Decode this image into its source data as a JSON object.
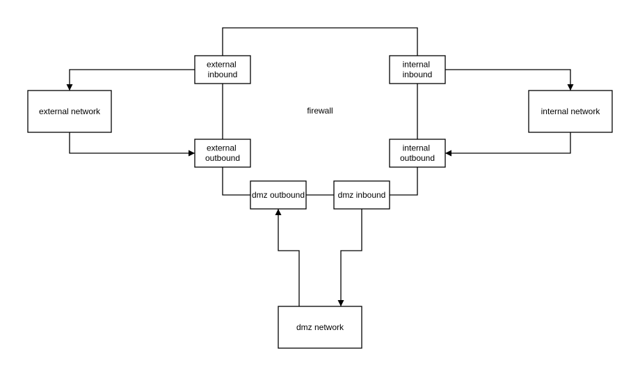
{
  "diagram": {
    "center_label": "firewall",
    "colors": {
      "background": "#ffffff",
      "node_fill": "#ffffff",
      "stroke": "#000000",
      "text": "#000000"
    },
    "nodes": {
      "external_network": {
        "label": "external network"
      },
      "internal_network": {
        "label": "internal network"
      },
      "dmz_network": {
        "label": "dmz network"
      },
      "external_inbound": {
        "line1": "external",
        "line2": "inbound"
      },
      "external_outbound": {
        "line1": "external",
        "line2": "outbound"
      },
      "internal_inbound": {
        "line1": "internal",
        "line2": "inbound"
      },
      "internal_outbound": {
        "line1": "internal",
        "line2": "outbound"
      },
      "dmz_outbound": {
        "label": "dmz outbound"
      },
      "dmz_inbound": {
        "label": "dmz inbound"
      }
    },
    "edges": [
      {
        "from": "external_inbound",
        "to": "internal_inbound",
        "arrow": false
      },
      {
        "from": "external_inbound",
        "to": "external_network",
        "arrow": true
      },
      {
        "from": "external_network",
        "to": "external_outbound",
        "arrow": true
      },
      {
        "from": "external_inbound",
        "to": "external_outbound",
        "arrow": false
      },
      {
        "from": "internal_inbound",
        "to": "internal_network",
        "arrow": true
      },
      {
        "from": "internal_network",
        "to": "internal_outbound",
        "arrow": true
      },
      {
        "from": "internal_inbound",
        "to": "internal_outbound",
        "arrow": false
      },
      {
        "from": "external_outbound",
        "to": "dmz_outbound",
        "arrow": false
      },
      {
        "from": "dmz_outbound",
        "to": "dmz_inbound",
        "arrow": false
      },
      {
        "from": "internal_outbound",
        "to": "dmz_inbound",
        "arrow": false
      },
      {
        "from": "dmz_network",
        "to": "dmz_outbound",
        "arrow": true
      },
      {
        "from": "dmz_inbound",
        "to": "dmz_network",
        "arrow": true
      }
    ]
  }
}
